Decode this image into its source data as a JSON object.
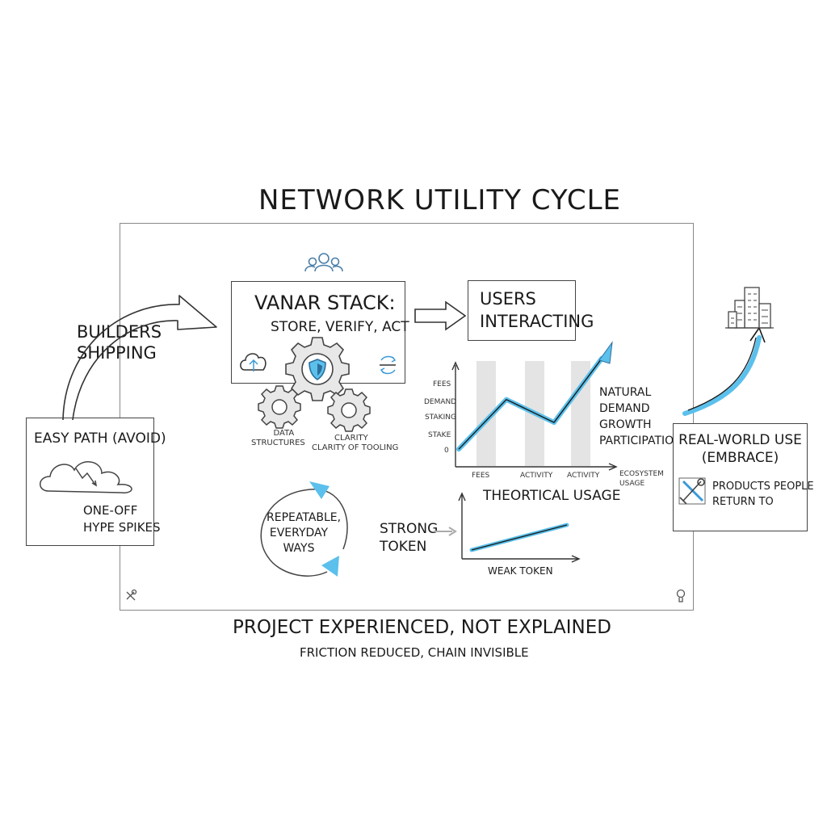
{
  "title": "NETWORK UTILITY CYCLE",
  "builders": "BUILDERS SHIPPING",
  "builders_lines": [
    "BUILDERS",
    "SHIPPING"
  ],
  "easy_path": {
    "title": "EASY PATH (AVOID)",
    "note_lines": [
      "ONE-OFF",
      "HYPE SPIKES"
    ]
  },
  "stack": {
    "title": "VANAR STACK:",
    "subtitle": "STORE, VERIFY, ACT",
    "gear_label_left": [
      "DATA",
      "STRUCTURES"
    ],
    "gear_label_right": [
      "CLARITY",
      "CLARITY OF TOOLING"
    ]
  },
  "users_box": [
    "USERS",
    "INTERACTING"
  ],
  "chart_data": {
    "type": "line",
    "y_labels": [
      "FEES",
      "DEMAND",
      "STAKING",
      "STAKE",
      "0"
    ],
    "x_labels": [
      "FEES",
      "ACTIVITY",
      "ACTIVITY"
    ],
    "extra_axis_label": [
      "ECOSYSTEM",
      "USAGE"
    ],
    "title": "THEORTICAL USAGE",
    "series": [
      {
        "values": [
          1,
          6.2,
          3.8,
          10.5
        ]
      }
    ],
    "ylim": [
      0,
      11
    ],
    "annotation": [
      "NATURAL",
      "DEMAND",
      "GROWTH",
      "PARTICIPATION"
    ]
  },
  "cycle_lines": [
    "REPEATABLE,",
    "EVERYDAY",
    "WAYS"
  ],
  "token": {
    "strong_lines": [
      "STRONG",
      "TOKEN"
    ],
    "weak": "WEAK TOKEN"
  },
  "real_world": {
    "title_lines": [
      "REAL-WORLD USE",
      "(EMBRACE)"
    ],
    "note_lines": [
      "PRODUCTS PEOPLE",
      "RETURN TO"
    ]
  },
  "footer": {
    "main": "PROJECT EXPERIENCED, NOT EXPLAINED",
    "sub": "FRICTION REDUCED, CHAIN INVISIBLE"
  },
  "colors": {
    "accent": "#5bc0eb",
    "ink": "#1a1a1a",
    "bar": "#e4e4e4"
  },
  "icons": [
    "users-icon",
    "cloud-upload-icon",
    "shield-gear-icon",
    "refresh-icon",
    "cloud-icon",
    "city-icon",
    "tools-icon",
    "wrench-icon",
    "bulb-icon"
  ]
}
